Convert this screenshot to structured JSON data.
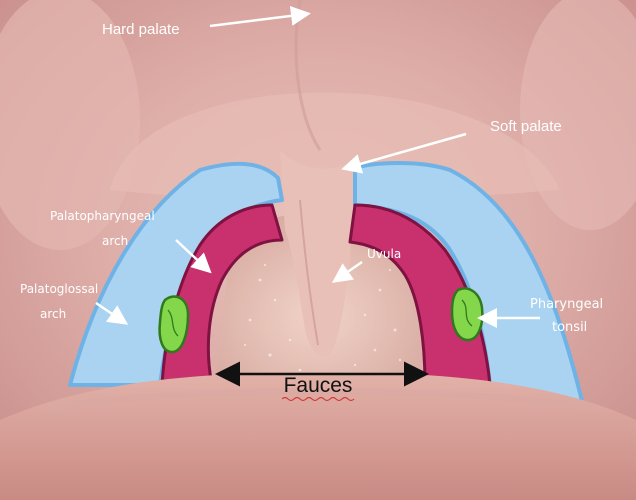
{
  "diagram": {
    "labels": {
      "hard_palate": "Hard palate",
      "soft_palate": "Soft palate",
      "palatopharyngeal_line1": "Palatopharyngeal",
      "palatopharyngeal_line2": "arch",
      "palatoglossal_line1": "Palatoglossal",
      "palatoglossal_line2": "arch",
      "uvula": "Uvula",
      "pharyngeal_tonsil_line1": "Pharyngeal",
      "pharyngeal_tonsil_line2": "tonsil",
      "fauces": "Fauces"
    },
    "colors": {
      "palatoglossal_arch": "#a9d3f0",
      "palatoglossal_outline": "#6fb2e6",
      "palatopharyngeal_arch": "#c8306e",
      "palatopharyngeal_outline": "#7e1240",
      "tonsil": "#84d64a",
      "tonsil_outline": "#2f7a1c"
    }
  }
}
